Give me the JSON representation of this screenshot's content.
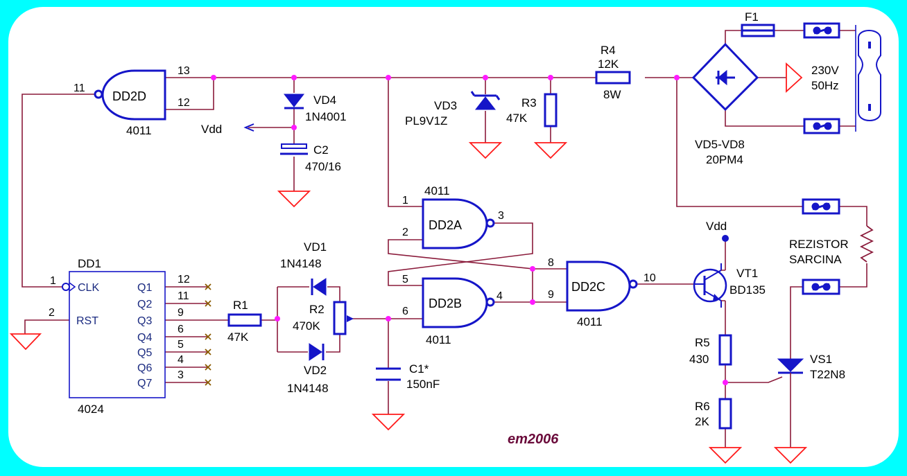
{
  "components": {
    "dd1": {
      "name": "DD1",
      "type": "4024",
      "clk": "CLK",
      "rst": "RST",
      "pin_clk": "1",
      "pin_rst": "2",
      "outputs": [
        {
          "label": "Q1",
          "pin": "12"
        },
        {
          "label": "Q2",
          "pin": "11"
        },
        {
          "label": "Q3",
          "pin": "9"
        },
        {
          "label": "Q4",
          "pin": "6"
        },
        {
          "label": "Q5",
          "pin": "5"
        },
        {
          "label": "Q6",
          "pin": "4"
        },
        {
          "label": "Q7",
          "pin": "3"
        }
      ]
    },
    "dd2a": {
      "name": "DD2A",
      "type": "4011",
      "in1": "1",
      "in2": "2",
      "out": "3"
    },
    "dd2b": {
      "name": "DD2B",
      "type": "4011",
      "in1": "5",
      "in2": "6",
      "out": "4"
    },
    "dd2c": {
      "name": "DD2C",
      "type": "4011",
      "in1": "8",
      "in2": "9",
      "out": "10"
    },
    "dd2d": {
      "name": "DD2D",
      "type": "4011",
      "in1": "13",
      "in2": "12",
      "out": "11"
    },
    "r1": {
      "name": "R1",
      "value": "47K"
    },
    "r2": {
      "name": "R2",
      "value": "470K"
    },
    "r3": {
      "name": "R3",
      "value": "47K"
    },
    "r4": {
      "name": "R4",
      "value": "12K",
      "power": "8W"
    },
    "r5": {
      "name": "R5",
      "value": "430"
    },
    "r6": {
      "name": "R6",
      "value": "2K"
    },
    "c1": {
      "name": "C1*",
      "value": "150nF"
    },
    "c2": {
      "name": "C2",
      "value": "470/16"
    },
    "vd1": {
      "name": "VD1",
      "value": "1N4148"
    },
    "vd2": {
      "name": "VD2",
      "value": "1N4148"
    },
    "vd3": {
      "name": "VD3",
      "value": "PL9V1Z"
    },
    "vd4": {
      "name": "VD4",
      "value": "1N4001"
    },
    "bridge": {
      "name": "VD5-VD8",
      "value": "20PM4"
    },
    "f1": {
      "name": "F1"
    },
    "vt1": {
      "name": "VT1",
      "value": "BD135"
    },
    "vs1": {
      "name": "VS1",
      "value": "T22N8"
    },
    "mains": {
      "voltage": "230V",
      "freq": "50Hz"
    },
    "load": {
      "line1": "REZISTOR",
      "line2": "SARCINA"
    },
    "vdd1": "Vdd",
    "vdd2": "Vdd"
  },
  "signature": "em2006",
  "colors": {
    "background": "#00ffff",
    "board": "#ffffff",
    "wire": "#8a1a3a",
    "component": "#1515c8",
    "ground": "#ff1a1a",
    "junction": "#ff1aff"
  }
}
